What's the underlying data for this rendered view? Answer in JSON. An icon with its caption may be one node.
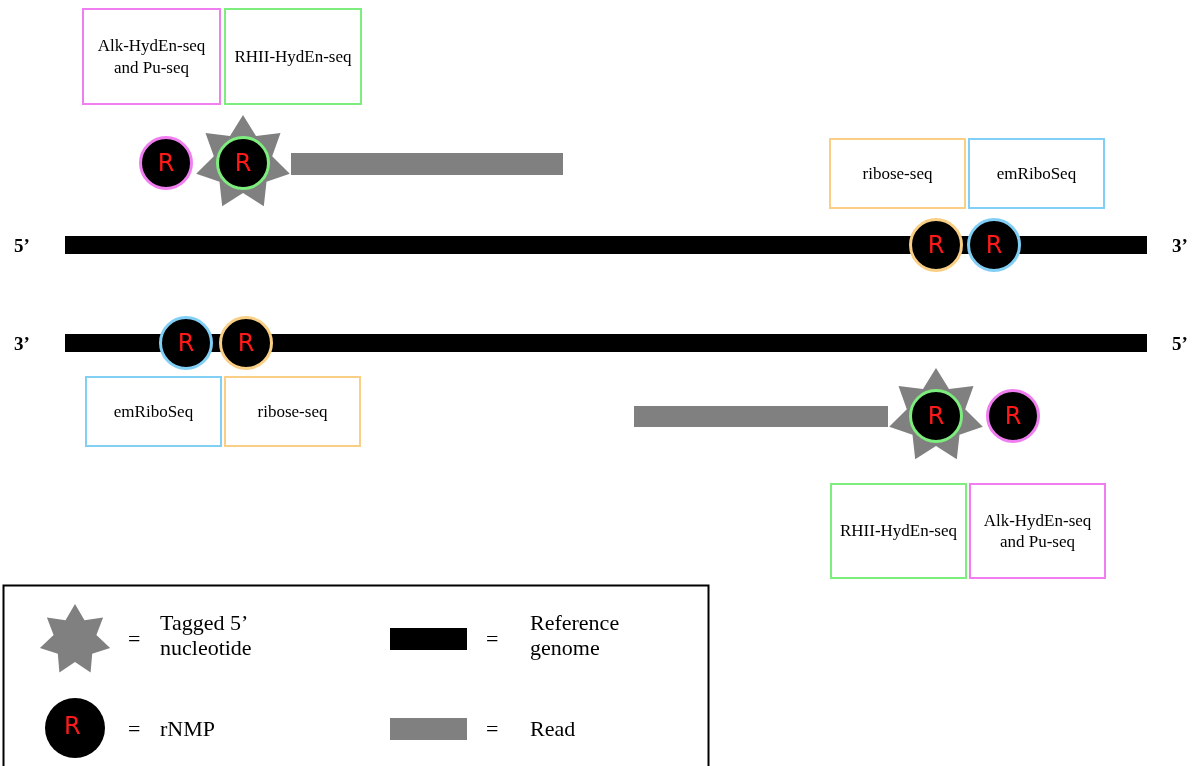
{
  "diagram": {
    "nodes": [
      {
        "text": [
          "Alk-HydEn-seq and Pu-seq"
        ]
      },
      {
        "text": [
          "RHII-HydEn-seq"
        ]
      },
      {
        "text": [
          "R"
        ]
      },
      {
        "text": [
          "R"
        ],
        "in": 16
      },
      {
        "text": [
          "ribose-seq"
        ]
      },
      {
        "text": [
          "emRiboSeq"
        ]
      },
      {
        "text": [
          "R"
        ]
      },
      {
        "text": [
          "R"
        ]
      },
      {
        "text": [
          "R"
        ]
      },
      {
        "text": [
          "R"
        ]
      },
      {
        "text": [
          "emRiboSeq"
        ]
      },
      {
        "text": [
          "ribose-seq"
        ]
      },
      {
        "text": [
          "R"
        ],
        "in": 20
      },
      {
        "text": [
          "R"
        ]
      },
      {
        "text": [
          "RHII-HydEn-seq"
        ]
      },
      {
        "text": [
          "Alk-HydEn-seq and Pu-seq"
        ]
      },
      {
        "text": [],
        "shape": "star"
      },
      {
        "text": [],
        "shape": "bar"
      },
      {
        "text": [],
        "shape": "bar"
      },
      {
        "text": [],
        "shape": "bar"
      },
      {
        "text": [],
        "shape": "star"
      },
      {
        "text": [],
        "shape": "bar"
      }
    ],
    "edges": [],
    "labels": [
      "5’",
      "3’",
      "3’",
      "5’",
      "=",
      "=",
      "R",
      "=",
      "="
    ],
    "legend": [
      {
        "text": "Tagged 5’ nucleotide"
      },
      {
        "text": "Reference genome"
      },
      {
        "text": "rNMP"
      },
      {
        "text": "Read"
      }
    ]
  }
}
